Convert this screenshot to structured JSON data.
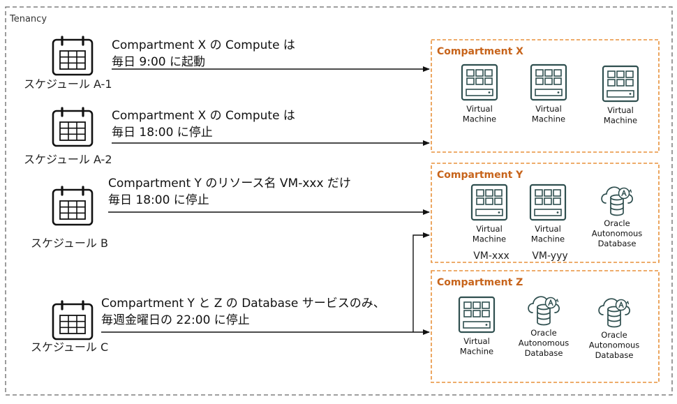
{
  "tenancy": {
    "label": "Tenancy"
  },
  "schedules": [
    {
      "label": "スケジュール A-1",
      "lines": [
        "Compartment X の Compute は",
        "毎日 9:00 に起動"
      ]
    },
    {
      "label": "スケジュール A-2",
      "lines": [
        "Compartment X の Compute は",
        "毎日 18:00 に停止"
      ]
    },
    {
      "label": "スケジュール B",
      "lines": [
        "Compartment Y のリソース名 VM-xxx だけ",
        "毎日 18:00 に停止"
      ]
    },
    {
      "label": "スケジュール C",
      "lines": [
        "Compartment Y と Z の Database サービスのみ、",
        "毎週金曜日の 22:00 に停止"
      ]
    }
  ],
  "compartments": [
    {
      "title": "Compartment X",
      "resources": [
        {
          "type": "vm",
          "label": [
            "Virtual",
            "Machine"
          ],
          "name": ""
        },
        {
          "type": "vm",
          "label": [
            "Virtual",
            "Machine"
          ],
          "name": ""
        },
        {
          "type": "vm",
          "label": [
            "Virtual",
            "Machine"
          ],
          "name": ""
        }
      ]
    },
    {
      "title": "Compartment Y",
      "resources": [
        {
          "type": "vm",
          "label": [
            "Virtual",
            "Machine"
          ],
          "name": "VM-xxx"
        },
        {
          "type": "vm",
          "label": [
            "Virtual",
            "Machine"
          ],
          "name": "VM-yyy"
        },
        {
          "type": "adb",
          "label": [
            "Oracle",
            "Autonomous",
            "Database"
          ],
          "name": ""
        }
      ]
    },
    {
      "title": "Compartment Z",
      "resources": [
        {
          "type": "vm",
          "label": [
            "Virtual",
            "Machine"
          ],
          "name": ""
        },
        {
          "type": "adb",
          "label": [
            "Oracle",
            "Autonomous",
            "Database"
          ],
          "name": ""
        },
        {
          "type": "adb",
          "label": [
            "Oracle",
            "Autonomous",
            "Database"
          ],
          "name": ""
        }
      ]
    }
  ],
  "colors": {
    "accent": "#e8913a",
    "title": "#c7641b",
    "icon": "#2f4f4f"
  },
  "icons": {
    "schedule": "calendar-icon",
    "vm": "virtual-machine-icon",
    "adb": "autonomous-database-icon"
  }
}
